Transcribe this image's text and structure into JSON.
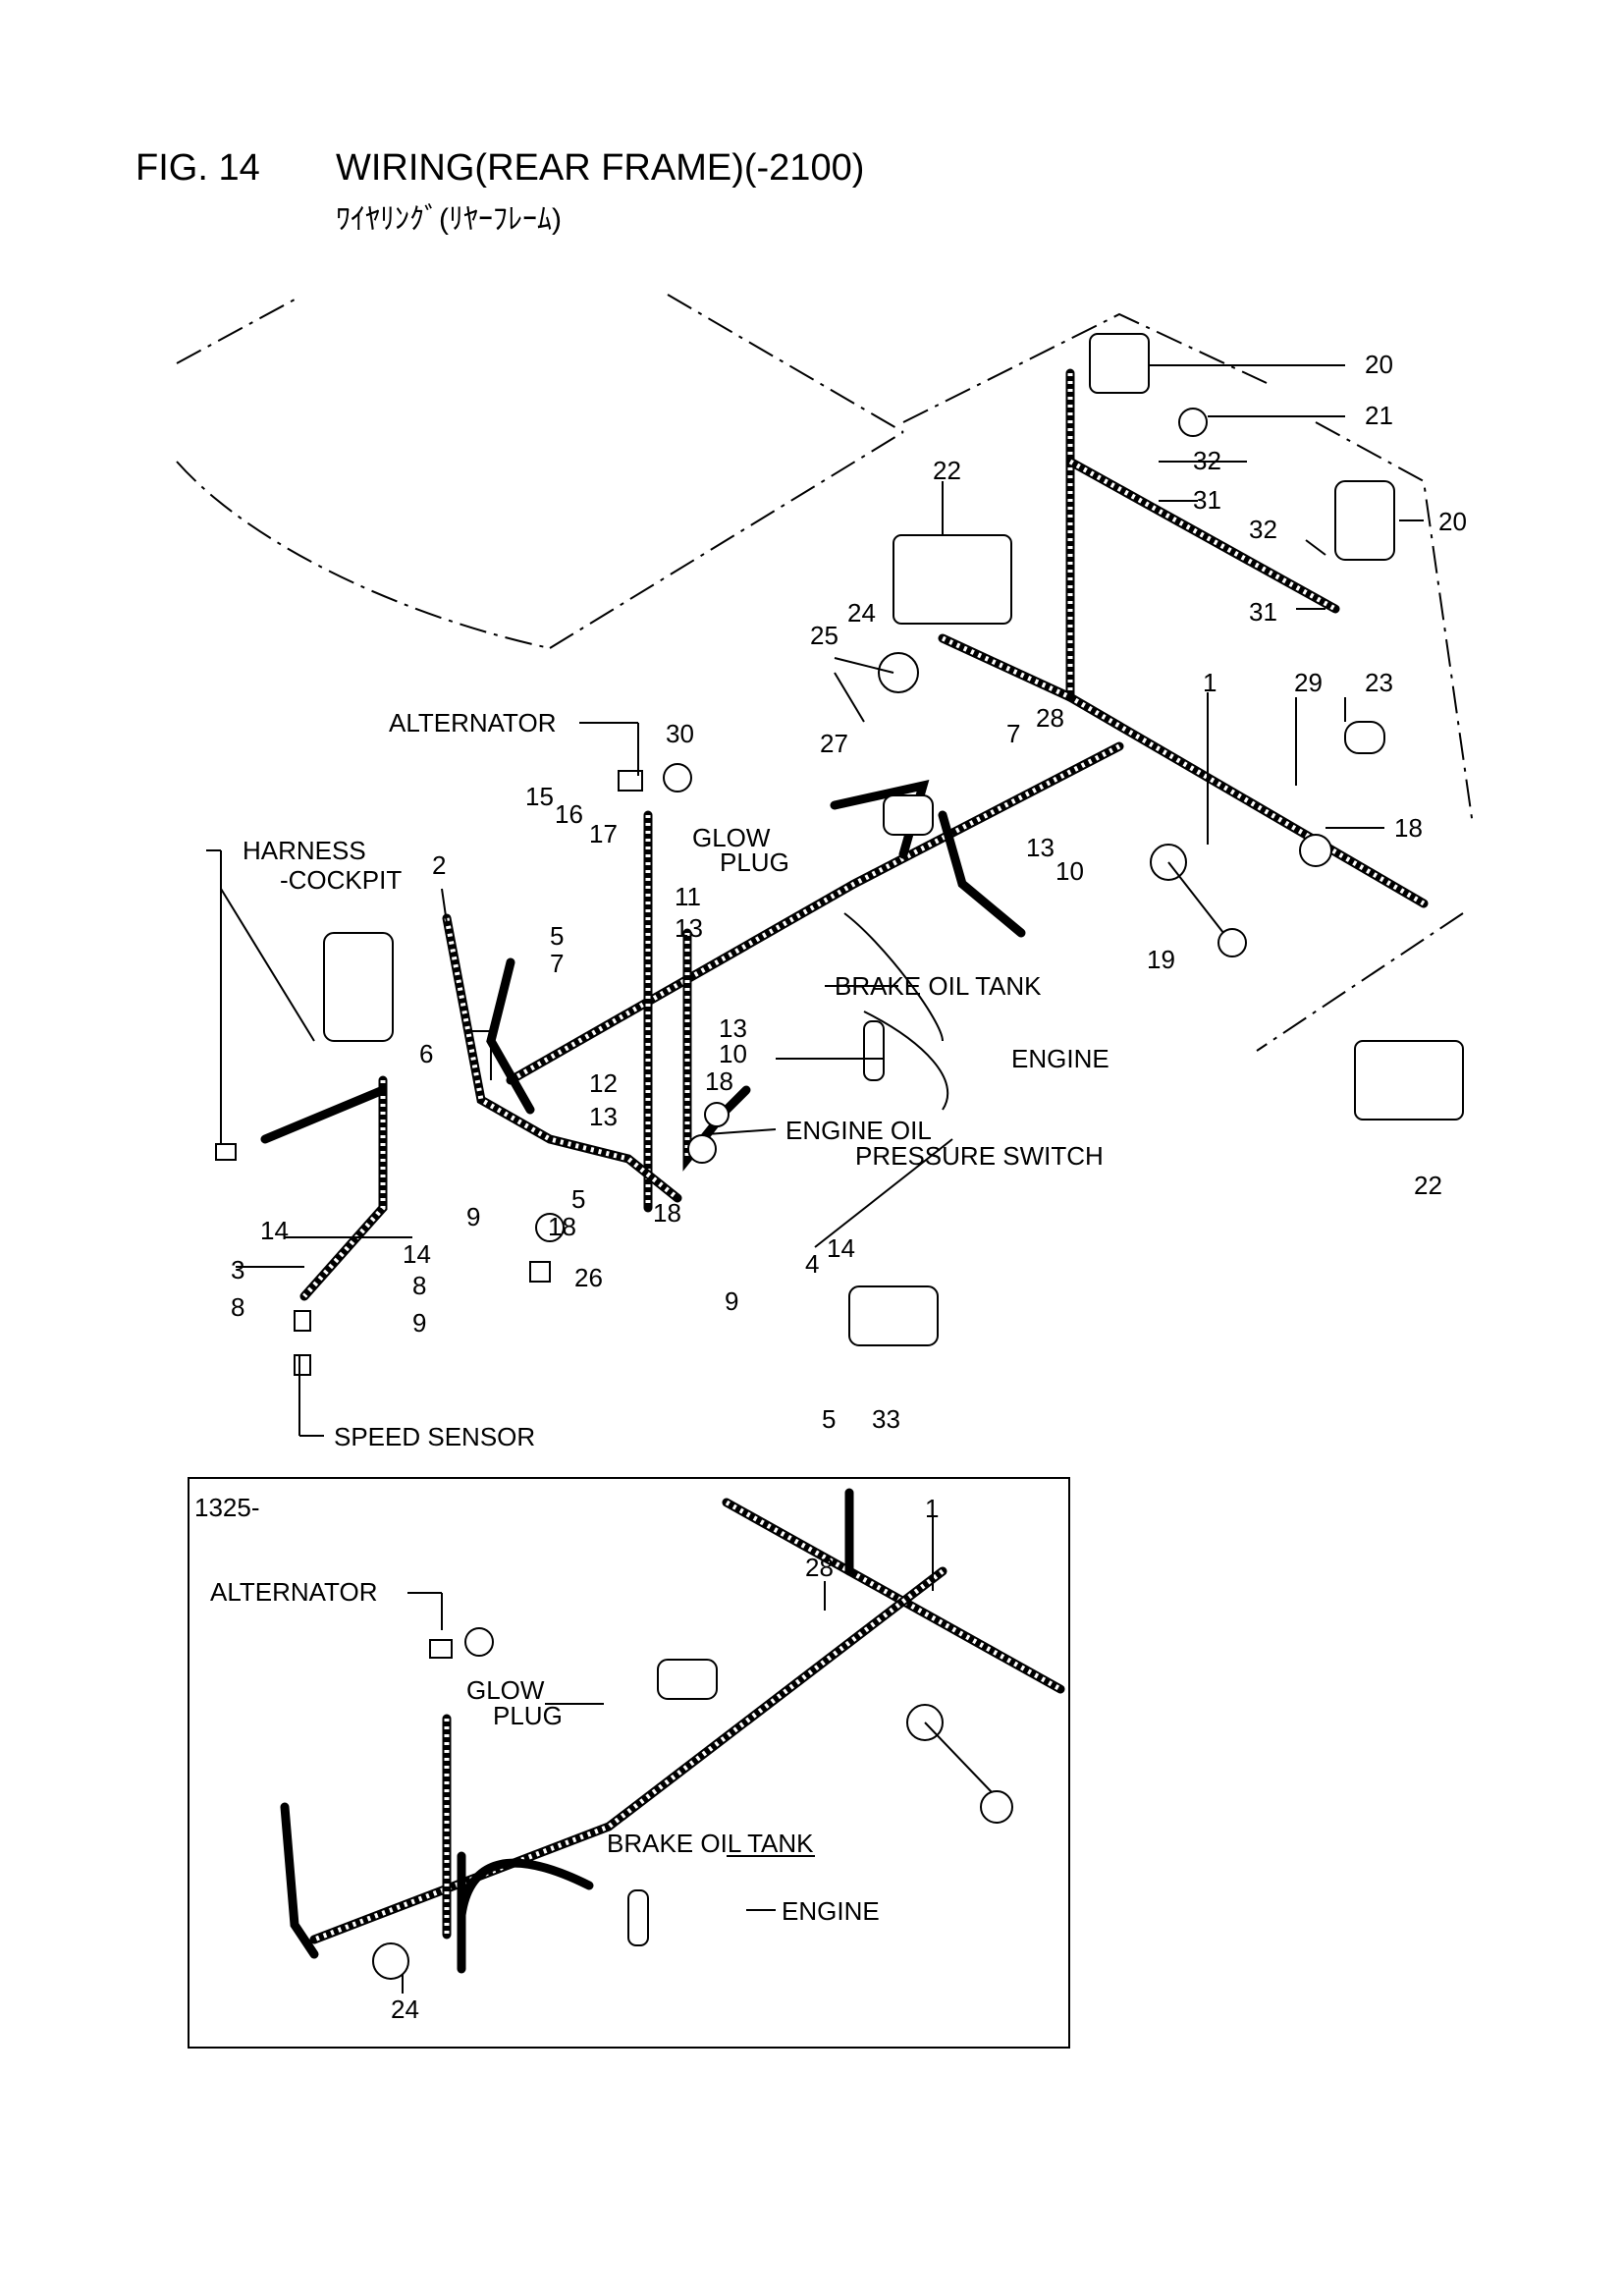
{
  "header": {
    "fig_no": "FIG. 14",
    "title": "WIRING(REAR FRAME)(-2100)",
    "subtitle": "ﾜｲﾔﾘﾝｸﾞ(ﾘﾔｰﾌﾚｰﾑ)"
  },
  "main": {
    "callouts": [
      "20",
      "21",
      "32",
      "31",
      "20",
      "32",
      "31",
      "22",
      "24",
      "25",
      "27",
      "1",
      "29",
      "23",
      "7",
      "28",
      "18",
      "13",
      "10",
      "19",
      "30",
      "15",
      "16",
      "17",
      "11",
      "13",
      "5",
      "7",
      "6",
      "13",
      "10",
      "12",
      "13",
      "18",
      "5",
      "18",
      "14",
      "9",
      "18",
      "14",
      "8",
      "26",
      "9",
      "3",
      "8",
      "2",
      "4",
      "14",
      "9",
      "5",
      "33",
      "22"
    ],
    "labels": {
      "alternator": "ALTERNATOR",
      "harness": "HARNESS",
      "cockpit": "-COCKPIT",
      "glow": "GLOW",
      "plug": "PLUG",
      "brake_oil_tank": "BRAKE OIL TANK",
      "engine": "ENGINE",
      "engine_oil": "ENGINE OIL",
      "pressure_switch": "PRESSURE SWITCH",
      "speed_sensor": "SPEED SENSOR"
    }
  },
  "inset": {
    "serial": "1325-",
    "callouts": [
      "1",
      "28",
      "24"
    ],
    "labels": {
      "alternator": "ALTERNATOR",
      "glow": "GLOW",
      "plug": "PLUG",
      "brake_oil_tank": "BRAKE OIL TANK",
      "engine": "ENGINE"
    }
  }
}
